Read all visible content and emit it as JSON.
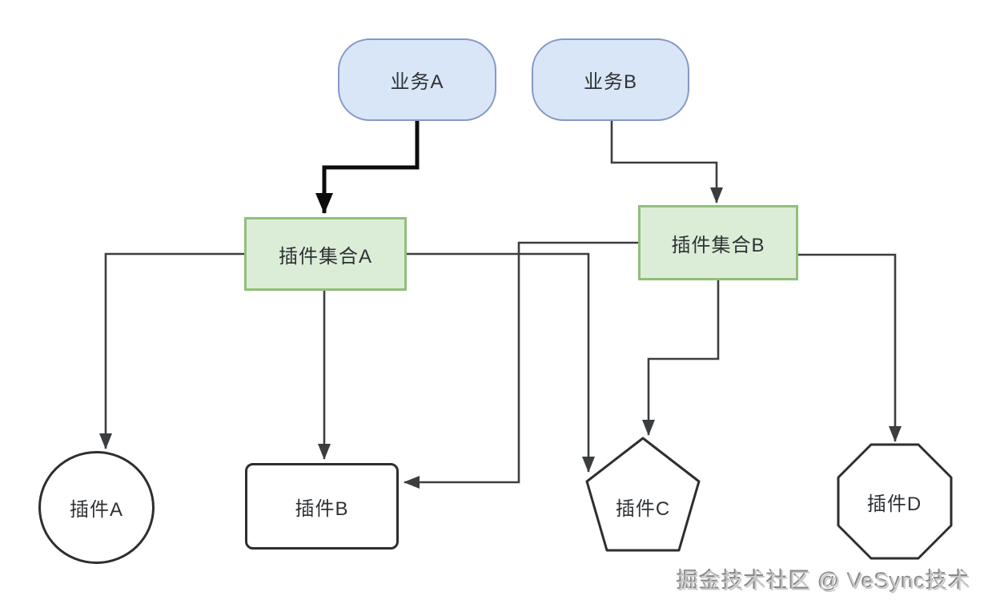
{
  "diagram": {
    "title": "plugin-architecture-flowchart",
    "nodes": {
      "business_a": {
        "label": "业务A",
        "shape": "rounded-pill"
      },
      "business_b": {
        "label": "业务B",
        "shape": "rounded-pill"
      },
      "plugin_set_a": {
        "label": "插件集合A",
        "shape": "rectangle"
      },
      "plugin_set_b": {
        "label": "插件集合B",
        "shape": "rectangle"
      },
      "plugin_a": {
        "label": "插件A",
        "shape": "circle"
      },
      "plugin_b": {
        "label": "插件B",
        "shape": "rounded-rectangle"
      },
      "plugin_c": {
        "label": "插件C",
        "shape": "pentagon"
      },
      "plugin_d": {
        "label": "插件D",
        "shape": "octagon"
      }
    },
    "edges": [
      {
        "from": "业务A",
        "to": "插件集合A",
        "style": "bold"
      },
      {
        "from": "业务B",
        "to": "插件集合B",
        "style": "normal"
      },
      {
        "from": "插件集合A",
        "to": "插件A",
        "style": "normal"
      },
      {
        "from": "插件集合A",
        "to": "插件B",
        "style": "normal"
      },
      {
        "from": "插件集合A",
        "to": "插件C",
        "style": "normal"
      },
      {
        "from": "插件集合B",
        "to": "插件B",
        "style": "normal"
      },
      {
        "from": "插件集合B",
        "to": "插件C",
        "style": "normal"
      },
      {
        "from": "插件集合B",
        "to": "插件D",
        "style": "normal"
      }
    ],
    "colors": {
      "business_fill": "#d8e6f7",
      "business_border": "#8598c6",
      "plugin_set_fill": "#dcedd7",
      "plugin_set_border": "#90bf7a",
      "plugin_shape_border": "#2e2e2e",
      "connector_line": "#3b3e40",
      "connector_bold": "#0c0c0c",
      "text": "#2e3235",
      "background": "#ffffff"
    }
  },
  "watermark": {
    "text": "掘金技术社区 @ VeSync技术"
  }
}
